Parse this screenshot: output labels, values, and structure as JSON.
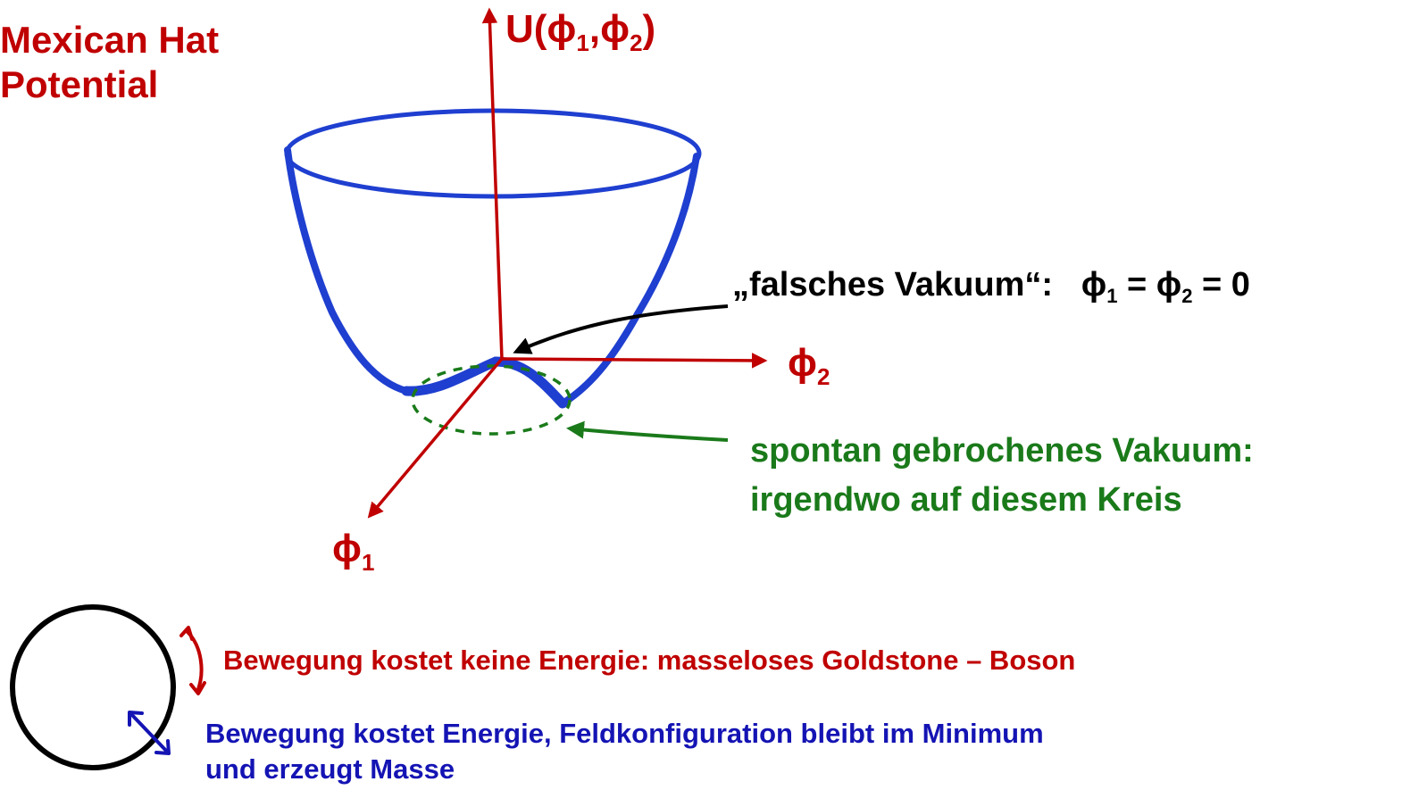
{
  "title": {
    "line1": "Mexican Hat",
    "line2": "Potential"
  },
  "axes": {
    "u": {
      "main": "U(ϕ",
      "sub1": "1",
      "mid": ",ϕ",
      "sub2": "2",
      "end": ")"
    },
    "phi2": {
      "main": "ϕ",
      "sub": "2"
    },
    "phi1": {
      "main": "ϕ",
      "sub": "1"
    }
  },
  "false_vacuum": {
    "prefix": "„falsches Vakuum“:   ϕ",
    "sub1": "1",
    "mid": " = ϕ",
    "sub2": "2",
    "suffix": " = 0"
  },
  "broken_vacuum": {
    "line1": "spontan gebrochenes Vakuum:",
    "line2": "irgendwo auf diesem Kreis"
  },
  "notes": {
    "goldstone": "Bewegung kostet keine Energie: masseloses Goldstone – Boson",
    "massive_line1": "Bewegung kostet Energie, Feldkonfiguration bleibt im Minimum",
    "massive_line2": "und erzeugt Masse"
  },
  "colors": {
    "axes_red": "#c00000",
    "potential_blue": "#1f3fd0",
    "vacuum_green": "#1a7a1a",
    "arrow_black": "#000000",
    "massive_blue": "#1414b4"
  }
}
